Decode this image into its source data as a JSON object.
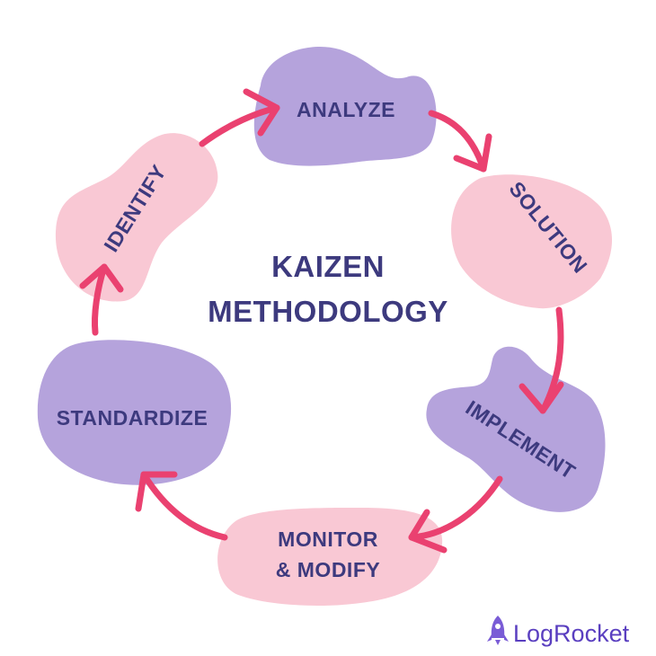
{
  "title_lines": [
    "KAIZEN",
    "METHODOLOGY"
  ],
  "steps": [
    {
      "label": "ANALYZE",
      "color": "#b5a3dc"
    },
    {
      "label": "SOLUTION",
      "color": "#f9c8d4"
    },
    {
      "label": "IMPLEMENT",
      "color": "#b5a3dc"
    },
    {
      "label_lines": [
        "MONITOR",
        "& MODIFY"
      ],
      "color": "#f9c8d4"
    },
    {
      "label": "STANDARDIZE",
      "color": "#b5a3dc"
    },
    {
      "label": "IDENTIFY",
      "color": "#f9c8d4"
    }
  ],
  "arrow_color": "#ea4170",
  "text_color": "#3d3a7e",
  "logo": {
    "text": "LogRocket",
    "color": "#5a3fc0",
    "icon": "rocket-icon"
  }
}
